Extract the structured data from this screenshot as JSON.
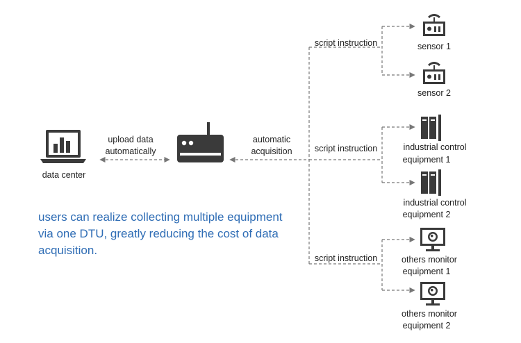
{
  "nodes": {
    "data_center": "data center",
    "sensor_1": "sensor 1",
    "sensor_2": "sensor 2",
    "industrial_1": [
      "industrial control",
      "equipment 1"
    ],
    "industrial_2": [
      "industrial control",
      "equipment 2"
    ],
    "monitor_1": [
      "others monitor",
      "equipment 1"
    ],
    "monitor_2": [
      "others monitor",
      "equipment 2"
    ]
  },
  "edges": {
    "upload": [
      "upload data",
      "automatically"
    ],
    "acquisition": [
      "automatic",
      "acquisition"
    ],
    "script_instruction": "script instruction"
  },
  "note": [
    "users can realize collecting multiple equipment",
    "via one DTU, greatly reducing the cost of data",
    "acquisition."
  ],
  "colors": {
    "note": "#2f6db5",
    "icon": "#3a3a3a",
    "line": "#777777"
  },
  "icons": [
    "laptop-chart-icon",
    "router-icon",
    "sensor-icon",
    "server-rack-icon",
    "monitor-icon"
  ]
}
